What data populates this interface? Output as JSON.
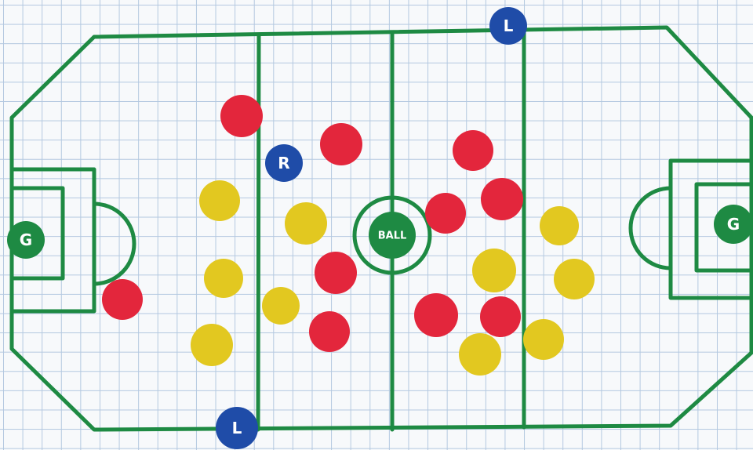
{
  "colors": {
    "paper": "#f7f9fb",
    "grid": "#b3c8e0",
    "lines": "#1e8a43",
    "team_red": "#e3263c",
    "team_yellow": "#e2c820",
    "referee_blue": "#1f4ca8"
  },
  "ball": {
    "label": "BALL"
  },
  "goalkeepers": [
    {
      "side": "left",
      "label": "G"
    },
    {
      "side": "right",
      "label": "G"
    }
  ],
  "officials": [
    {
      "role": "referee",
      "label": "R"
    },
    {
      "role": "linesman-top",
      "label": "L"
    },
    {
      "role": "linesman-bottom",
      "label": "L"
    }
  ],
  "team_red_count": 11,
  "team_yellow_count": 11
}
